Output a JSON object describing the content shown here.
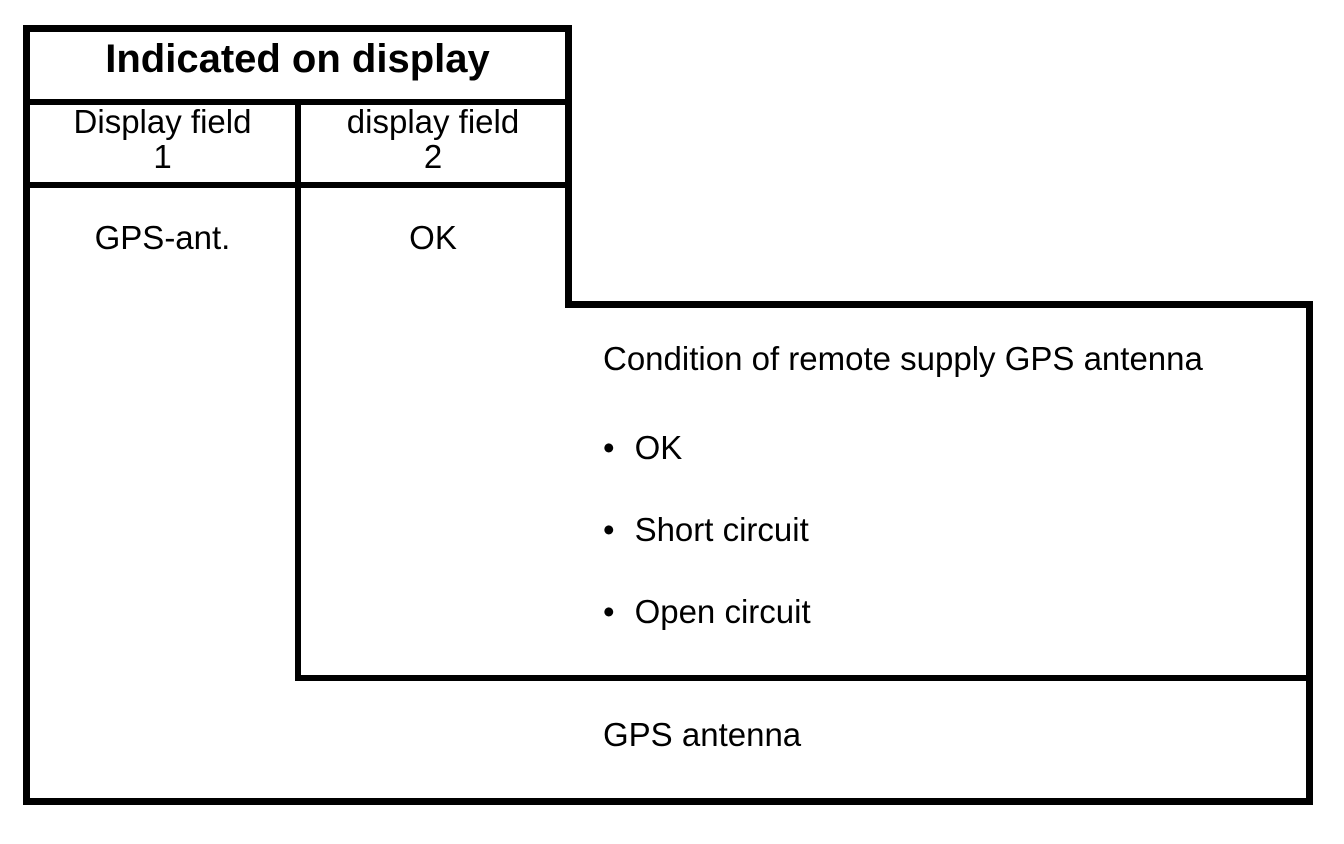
{
  "colors": {
    "line": "#000000",
    "text": "#000000",
    "background": "#ffffff"
  },
  "table": {
    "title": "Indicated on display",
    "col1_header_lines": [
      "Display field",
      "1"
    ],
    "col2_header_lines": [
      "display field",
      "2"
    ],
    "row": {
      "display_field_1": "GPS-ant.",
      "display_field_2": "OK"
    }
  },
  "callout": {
    "title": "Condition of remote supply GPS antenna",
    "bullet_char": "•",
    "items": [
      "OK",
      "Short circuit",
      "Open circuit"
    ]
  },
  "footer_label": "GPS antenna"
}
